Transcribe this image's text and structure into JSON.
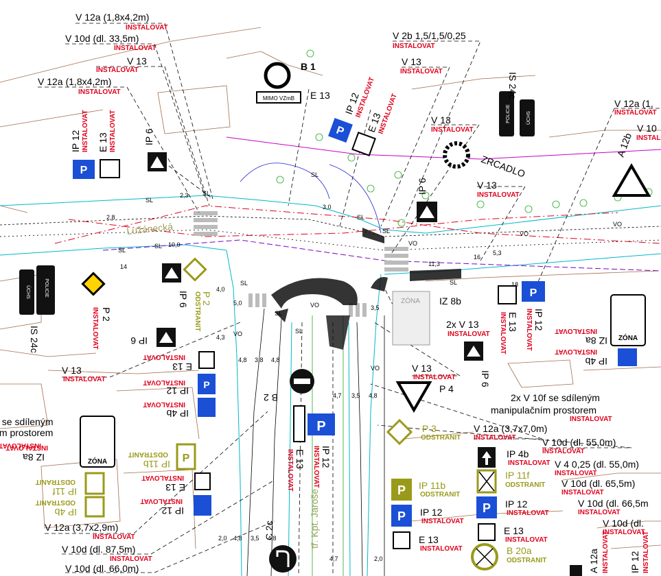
{
  "labels": {
    "v12a_top": "V 12a (1,8x4,2m)",
    "v10d_top": "V 10d (dl. 33,5m)",
    "v13_a": "V 13",
    "v12a_b": "V 12a (1,8x4,2m)",
    "v2b": "V 2b 1,5/1,5/0,25",
    "b1": "B 1",
    "e13_a": "E 13",
    "v13_b": "V 13",
    "ip12_a": "IP 12",
    "e13_b": "E 13",
    "v13_c": "V 13",
    "is24c_tr": "IS 24c",
    "v12a_r": "V 12a (1,",
    "v10_r": "V 10",
    "ip12_l": "IP 12",
    "e13_l": "E 13",
    "ip6_l": "IP 6",
    "zrcadlo": "ZRCADLO",
    "a12b": "A 12b",
    "v13_d": "V 13",
    "ip6_m": "IP 6",
    "luzanecka": "Lužánecká",
    "ip6_c": "IP 6",
    "p2_olive": "P 2",
    "p2_b": "P 2",
    "is24c_l": "IS 24c",
    "iz8b": "IZ 8b",
    "v13x2": "2x V 13",
    "e13_r": "E 13",
    "ip12_r": "IP 12",
    "iz8a_r": "IZ 8a",
    "ip4b_r": "IP 4b",
    "ip6_lm": "IP 6",
    "v13_e": "V 13",
    "e13_m": "E 13",
    "ip12_m": "IP 12",
    "ip4b_m": "IP 4b",
    "b2": "B 2",
    "v13_f": "V 13",
    "p4": "P 4",
    "ip6_r2": "IP 6",
    "v10f_1": "2x V 10f se sdíleným",
    "v10f_2": "manipulačním prostorem",
    "p3": "P 3",
    "v12a_m": "V 12a (3,7x7,0m)",
    "v10d_55": "V 10d (dl. 55,0m)",
    "ip4b_b": "IP 4b",
    "v4": "V 4 0,25 (dl. 55,0m)",
    "ip11f": "IP 11f",
    "v10d_65": "V 10d (dl. 65,5m)",
    "v10d_66r": "V 10d (dl. 66,5m",
    "ip11b_r": "IP 11b",
    "ip12_b": "IP 12",
    "e13_rb": "E 13",
    "v10d_r2": "V 10d (dl.",
    "b20a": "B 20a",
    "v10f_l1": "f se sdíleným",
    "v10f_l2": "ím prostorem",
    "iz8a_l": "IZ 8a",
    "ip11b_l": "IP 11b",
    "e13_lb": "E 13",
    "ip11f_l": "IP 11f",
    "ip4b_l": "IP 4b",
    "ip12_lb": "IP 12",
    "v12a_lb": "V 12a (3,7x2,9m)",
    "v10d_87": "V 10d (dl. 87,5m)",
    "v10d_66": "V 10d (dl. 66,0m)",
    "c2c": "C 2c",
    "jarose": "tř. Kpt. Jaroše",
    "ip12_v": "IP 12",
    "e13_v": "E 13",
    "a12a": "A 12a",
    "ip12_rb": "IP 12",
    "zona": "ZÓNA",
    "mimo": "MIMO VZmB",
    "policie": "POLICIE",
    "uchs": "ÚCHS"
  },
  "notes": {
    "instalovat": "INSTALOVAT",
    "odstranit": "ODSTRANIT"
  },
  "points": {
    "sl": "SL",
    "vo": "VO"
  },
  "dims": [
    "2,3",
    "11,3",
    "5,0",
    "4,8",
    "3,8",
    "4,8",
    "4,7",
    "3,5",
    "4,8",
    "2,0",
    "4,8",
    "3,5",
    "4,8",
    "4,7",
    "2,0",
    "4,3",
    "4,0",
    "3,5",
    "5,3",
    "2,8",
    "10,0",
    "3,0",
    "14",
    "16",
    "18"
  ],
  "colors": {
    "line": "#000000",
    "note_red": "#e0001b",
    "olive": "#9a9a1a",
    "sign_blue": "#1a4fd6",
    "curb_cyan": "#00b7c9",
    "tram_magenta": "#c600c6",
    "ground_brown": "#a36d4a"
  }
}
